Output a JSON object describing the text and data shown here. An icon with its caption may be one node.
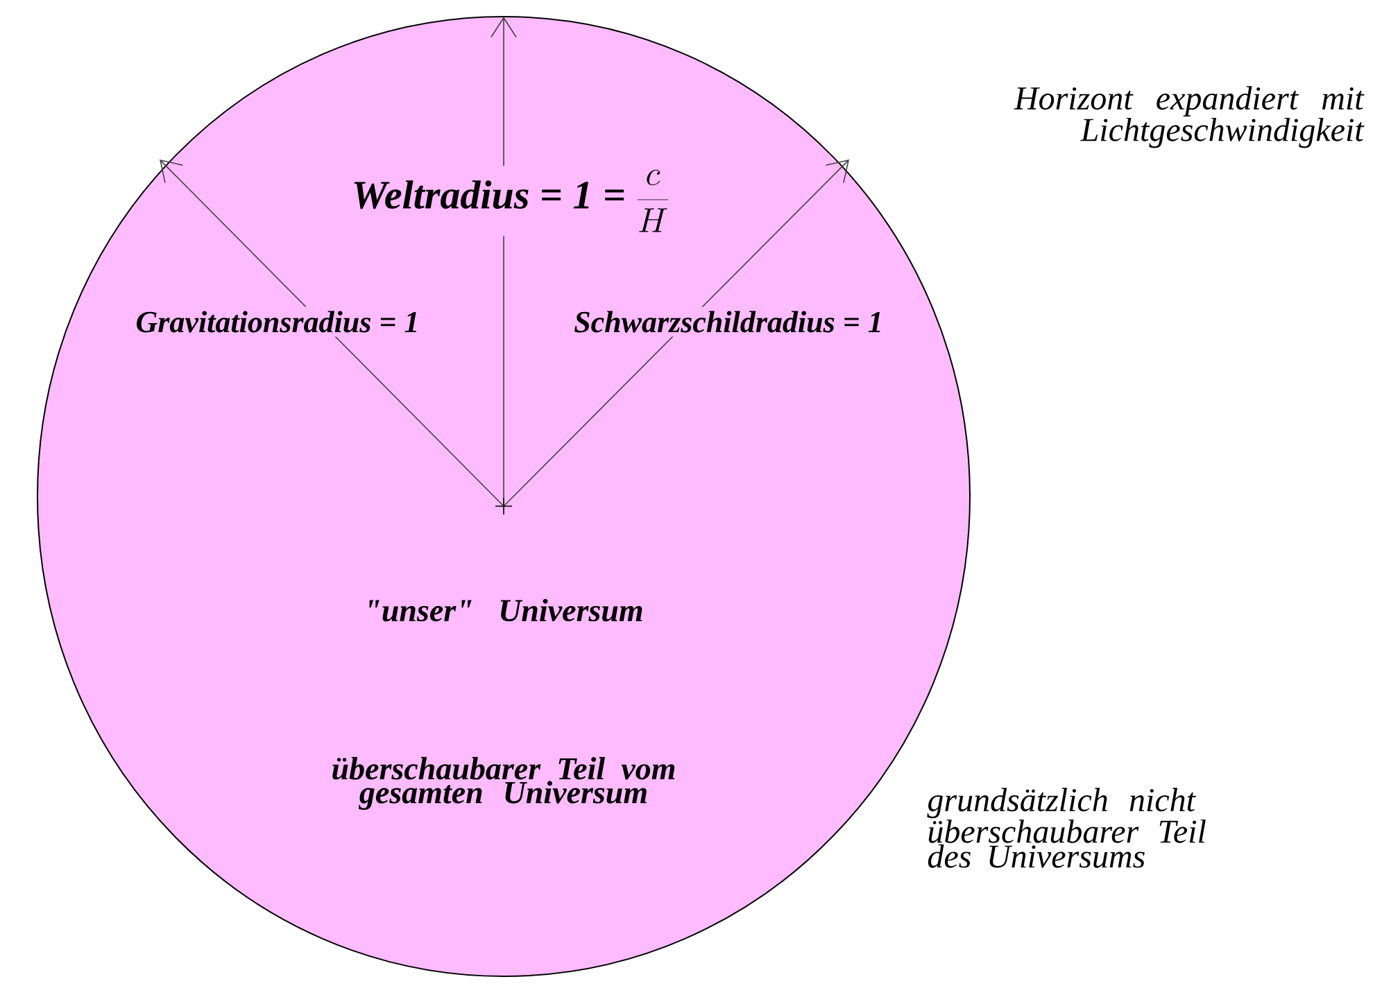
{
  "diagram": {
    "nodes": [
      {
        "text": [
          "\"unser\" Universum",
          "überschaubarer Teil vom gesamten Universum"
        ]
      }
    ],
    "edges": [],
    "labels": [
      "Horizont expandiert mit Lichtgeschwindigkeit",
      "Weltradius = 1 =",
      "\\frac{c}{H}",
      "Gravitationsradius = 1",
      "Schwarzschildradius = 1",
      "grundsätzlich nicht überschaubarer Teil des Universums"
    ]
  }
}
